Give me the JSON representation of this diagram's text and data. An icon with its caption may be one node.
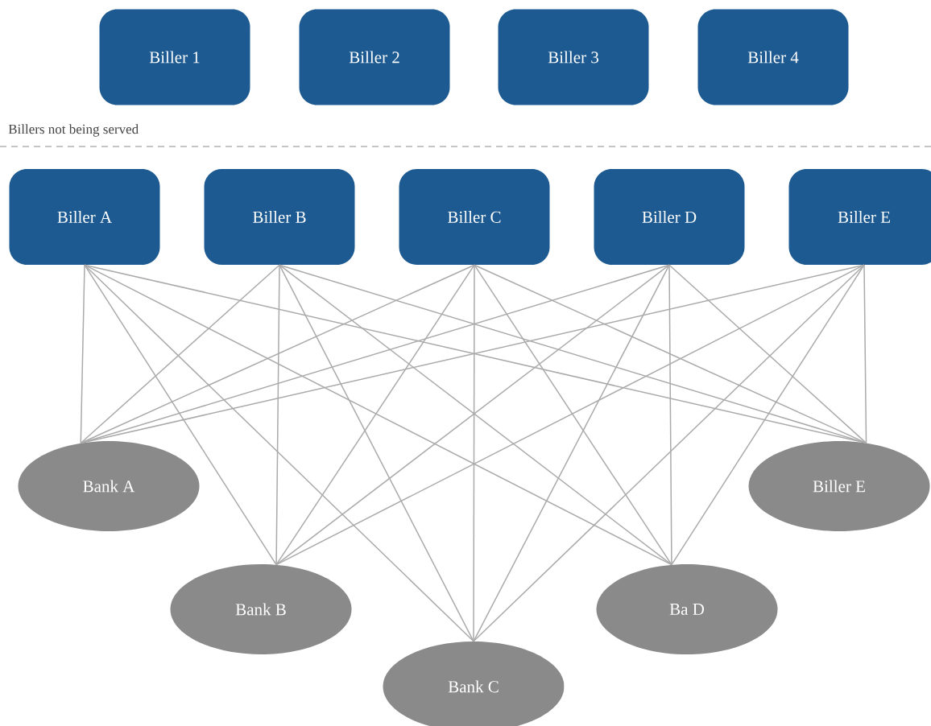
{
  "diagram": {
    "nodes": [
      {
        "text": [
          "Biller 1"
        ]
      },
      {
        "text": [
          "Biller 2"
        ]
      },
      {
        "text": [
          "Biller 3"
        ]
      },
      {
        "text": [
          "Biller 4"
        ]
      },
      {
        "text": [
          "Biller A"
        ]
      },
      {
        "text": [
          "Biller B"
        ]
      },
      {
        "text": [
          "Biller C"
        ]
      },
      {
        "text": [
          "Biller D"
        ]
      },
      {
        "text": [
          "Biller E"
        ]
      },
      {
        "text": [
          "Bank A"
        ]
      },
      {
        "text": [
          "Bank B"
        ]
      },
      {
        "text": [
          "Bank C"
        ]
      },
      {
        "text": [
          "Ba D"
        ]
      },
      {
        "text": [
          "Biller E"
        ]
      }
    ],
    "edges": [
      {
        "from": 4,
        "to": 9,
        "arrow": "none"
      },
      {
        "from": 4,
        "to": 10,
        "arrow": "none"
      },
      {
        "from": 4,
        "to": 11,
        "arrow": "none"
      },
      {
        "from": 4,
        "to": 12,
        "arrow": "none"
      },
      {
        "from": 4,
        "to": 13,
        "arrow": "none"
      },
      {
        "from": 5,
        "to": 9,
        "arrow": "none"
      },
      {
        "from": 5,
        "to": 10,
        "arrow": "none"
      },
      {
        "from": 5,
        "to": 11,
        "arrow": "none"
      },
      {
        "from": 5,
        "to": 12,
        "arrow": "none"
      },
      {
        "from": 5,
        "to": 13,
        "arrow": "none"
      },
      {
        "from": 6,
        "to": 9,
        "arrow": "none"
      },
      {
        "from": 6,
        "to": 10,
        "arrow": "none"
      },
      {
        "from": 6,
        "to": 11,
        "arrow": "none"
      },
      {
        "from": 6,
        "to": 12,
        "arrow": "none"
      },
      {
        "from": 6,
        "to": 13,
        "arrow": "none"
      },
      {
        "from": 7,
        "to": 9,
        "arrow": "none"
      },
      {
        "from": 7,
        "to": 10,
        "arrow": "none"
      },
      {
        "from": 7,
        "to": 11,
        "arrow": "none"
      },
      {
        "from": 7,
        "to": 12,
        "arrow": "none"
      },
      {
        "from": 7,
        "to": 13,
        "arrow": "none"
      },
      {
        "from": 8,
        "to": 9,
        "arrow": "none"
      },
      {
        "from": 8,
        "to": 10,
        "arrow": "none"
      },
      {
        "from": 8,
        "to": 11,
        "arrow": "none"
      },
      {
        "from": 8,
        "to": 12,
        "arrow": "none"
      },
      {
        "from": 8,
        "to": 13,
        "arrow": "none"
      }
    ],
    "labels": [
      "Billers not being served"
    ]
  }
}
